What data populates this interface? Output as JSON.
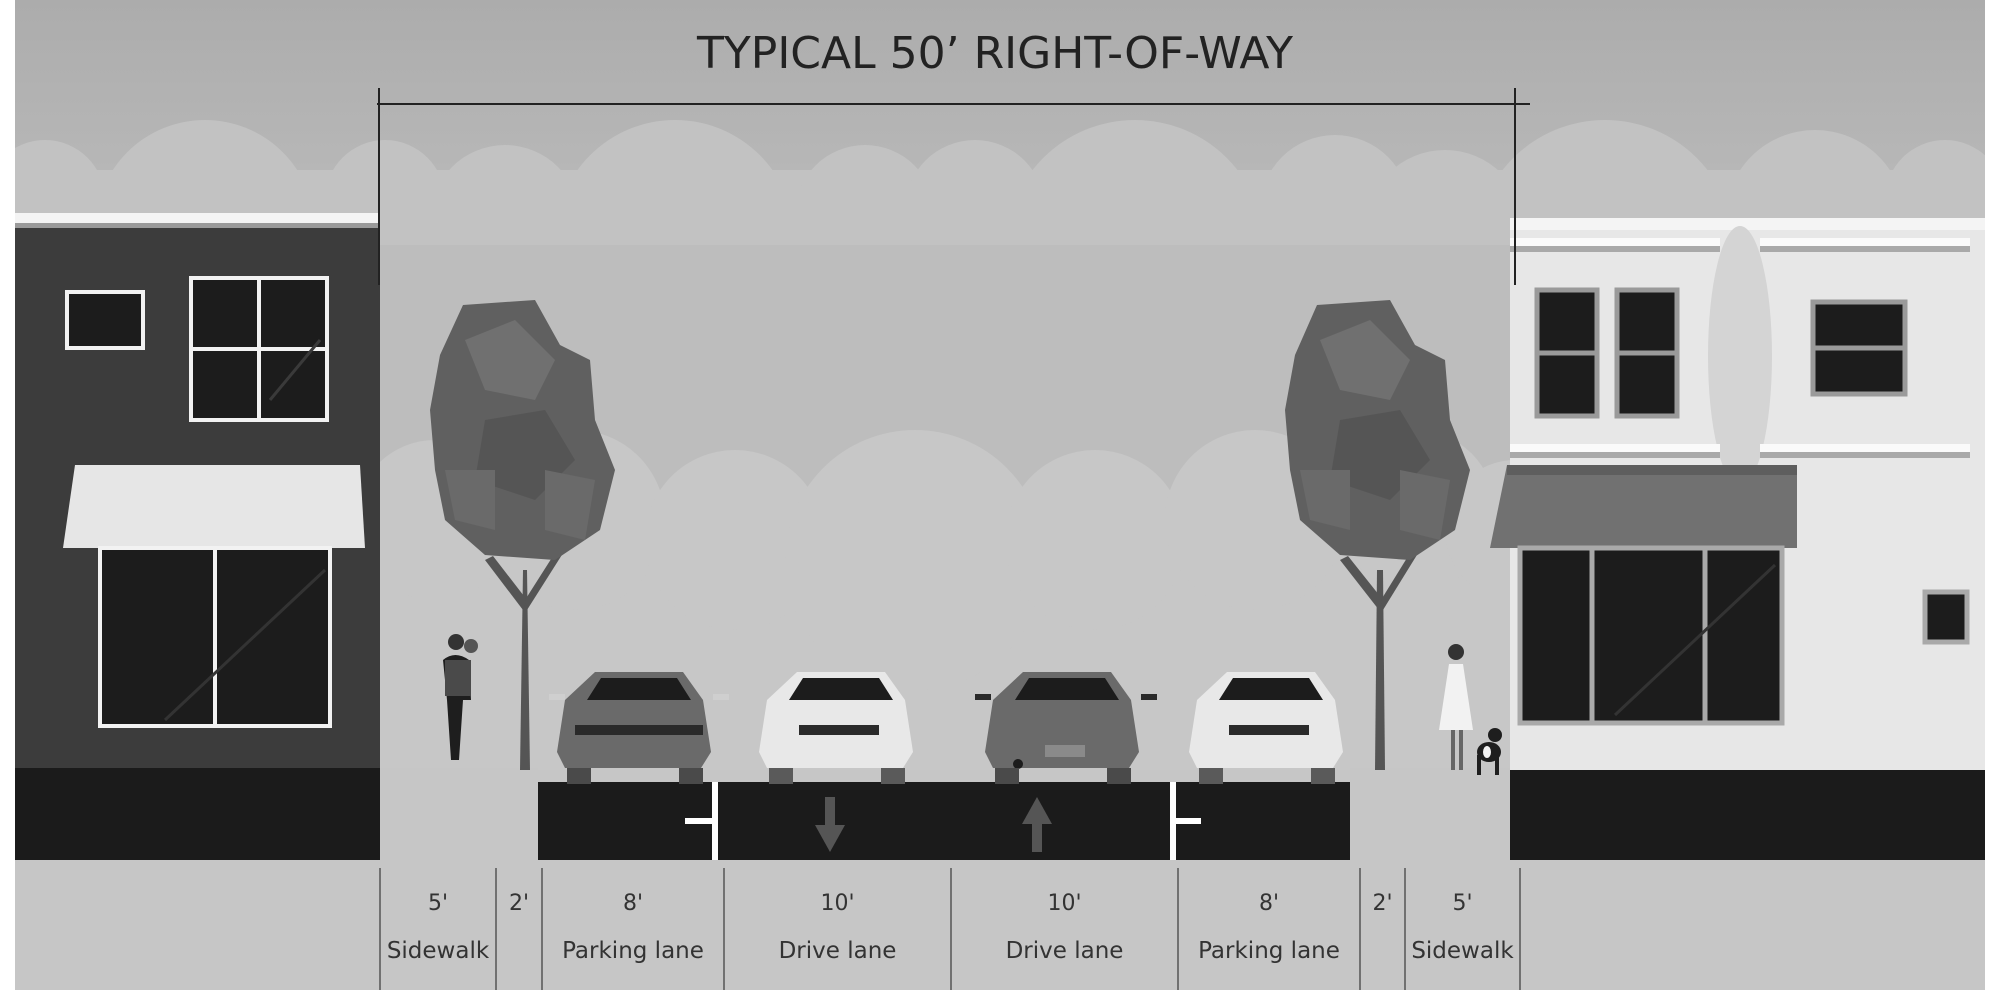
{
  "title": "TYPICAL 50’ RIGHT-OF-WAY",
  "segments": [
    {
      "width": "5'",
      "name": "Sidewalk"
    },
    {
      "width": "2'",
      "name": ""
    },
    {
      "width": "8'",
      "name": "Parking lane"
    },
    {
      "width": "10'",
      "name": "Drive lane"
    },
    {
      "width": "10'",
      "name": "Drive lane"
    },
    {
      "width": "8'",
      "name": "Parking lane"
    },
    {
      "width": "2'",
      "name": ""
    },
    {
      "width": "5'",
      "name": "Sidewalk"
    }
  ],
  "colors": {
    "sky_top": "#acacac",
    "road": "#1b1b1b",
    "sidewalk": "#c6c6c6",
    "building_left": "#3c3c3c",
    "building_right": "#e6e6e6",
    "tree": "#606060",
    "car_light": "#e8e8e8",
    "car_dark": "#6a6a6a"
  },
  "icons": [
    "tree-icon",
    "car-icon",
    "pedestrian-icon",
    "dog-icon",
    "arrow-down-icon",
    "arrow-up-icon"
  ]
}
